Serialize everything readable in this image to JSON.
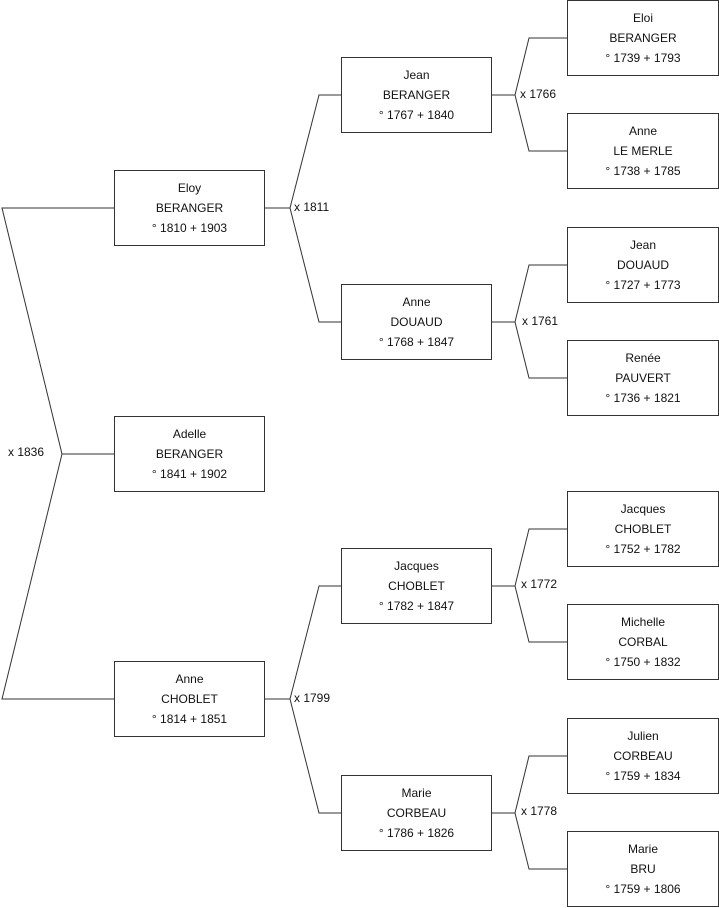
{
  "marriages": {
    "m_root": "x 1836",
    "m_eloy": "x 1811",
    "m_anne_c": "x 1799",
    "m_jean": "x 1766",
    "m_anne_d": "x 1761",
    "m_jacques": "x 1772",
    "m_marie": "x 1778"
  },
  "people": {
    "adelle": {
      "first": "Adelle",
      "last": "BERANGER",
      "dates": "° 1841 + 1902"
    },
    "eloy": {
      "first": "Eloy",
      "last": "BERANGER",
      "dates": "° 1810 + 1903"
    },
    "anne_c": {
      "first": "Anne",
      "last": "CHOBLET",
      "dates": "° 1814 + 1851"
    },
    "jean_b": {
      "first": "Jean",
      "last": "BERANGER",
      "dates": "° 1767 + 1840"
    },
    "anne_d": {
      "first": "Anne",
      "last": "DOUAUD",
      "dates": "° 1768 + 1847"
    },
    "jacques_c": {
      "first": "Jacques",
      "last": "CHOBLET",
      "dates": "° 1782 + 1847"
    },
    "marie_c": {
      "first": "Marie",
      "last": "CORBEAU",
      "dates": "° 1786 + 1826"
    },
    "eloi": {
      "first": "Eloi",
      "last": "BERANGER",
      "dates": "° 1739 + 1793"
    },
    "anne_lm": {
      "first": "Anne",
      "last": "LE MERLE",
      "dates": "° 1738 + 1785"
    },
    "jean_d": {
      "first": "Jean",
      "last": "DOUAUD",
      "dates": "° 1727 + 1773"
    },
    "renee": {
      "first": "Renée",
      "last": "PAUVERT",
      "dates": "° 1736 + 1821"
    },
    "jacques_c2": {
      "first": "Jacques",
      "last": "CHOBLET",
      "dates": "° 1752 + 1782"
    },
    "michelle": {
      "first": "Michelle",
      "last": "CORBAL",
      "dates": "° 1750 + 1832"
    },
    "julien": {
      "first": "Julien",
      "last": "CORBEAU",
      "dates": "° 1759 + 1834"
    },
    "marie_b": {
      "first": "Marie",
      "last": "BRU",
      "dates": "° 1759 + 1806"
    }
  }
}
